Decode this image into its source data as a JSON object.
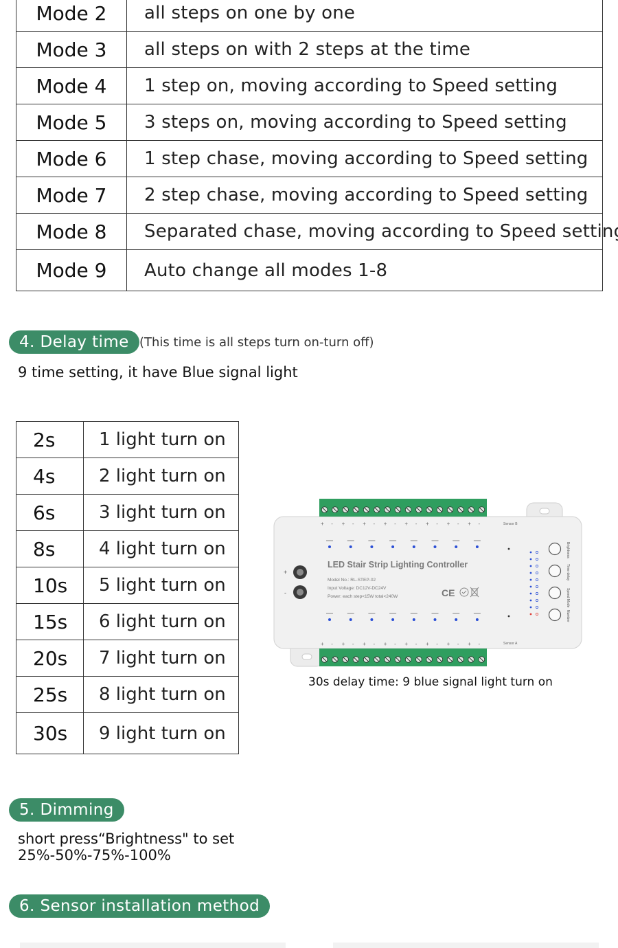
{
  "modes": [
    {
      "name": "Mode 2",
      "desc": "all steps on one by one"
    },
    {
      "name": "Mode 3",
      "desc": "all steps on with 2 steps at the time"
    },
    {
      "name": "Mode 4",
      "desc": "1 step on, moving according to Speed setting"
    },
    {
      "name": "Mode 5",
      "desc": "3 steps on, moving according to Speed setting"
    },
    {
      "name": "Mode 6",
      "desc": "1 step chase, moving according to Speed setting"
    },
    {
      "name": "Mode 7",
      "desc": "2 step chase, moving according to Speed setting"
    },
    {
      "name": "Mode 8",
      "desc": "Separated chase, moving according to Speed setting"
    },
    {
      "name": "Mode 9",
      "desc": "Auto change all modes 1-8"
    }
  ],
  "delay": {
    "title": "4. Delay time",
    "note": "(This time is all steps turn on-turn off)",
    "description": "9 time setting, it have Blue signal light",
    "rows": [
      {
        "time": "2s",
        "desc": "1 light turn on"
      },
      {
        "time": "4s",
        "desc": "2 light turn on"
      },
      {
        "time": "6s",
        "desc": "3 light turn on"
      },
      {
        "time": "8s",
        "desc": "4 light turn on"
      },
      {
        "time": "10s",
        "desc": "5 light turn on"
      },
      {
        "time": "15s",
        "desc": "6 light turn on"
      },
      {
        "time": "20s",
        "desc": "7 light turn on"
      },
      {
        "time": "25s",
        "desc": "8 light turn on"
      },
      {
        "time": "30s",
        "desc": "9 light turn on"
      }
    ],
    "caption": "30s delay time: 9 blue signal light turn on"
  },
  "controller": {
    "title": "LED Stair Strip Lighting Controller",
    "model": "Model No.: RL-STEP-02",
    "input": "Input Voltage: DC12V-DC24V",
    "power": "Power: each step<15W  total<240W",
    "cert": "CE",
    "sensor_b": "Sensor B",
    "sensor_a": "Sensor A",
    "plus": "+",
    "minus": "-",
    "buttons": [
      "Brightness",
      "Time delay",
      "Speed Mode",
      "Number"
    ],
    "colors": {
      "terminal": "#2f9e5f",
      "signal": "#2b4fd6",
      "red_signal": "#e0403a",
      "pill": "#3c8c67"
    }
  },
  "dimming": {
    "title": "5. Dimming",
    "line1": "short press“Brightness\" to set",
    "line2": "25%-50%-75%-100%"
  },
  "sensor": {
    "title": "6. Sensor installation method"
  }
}
